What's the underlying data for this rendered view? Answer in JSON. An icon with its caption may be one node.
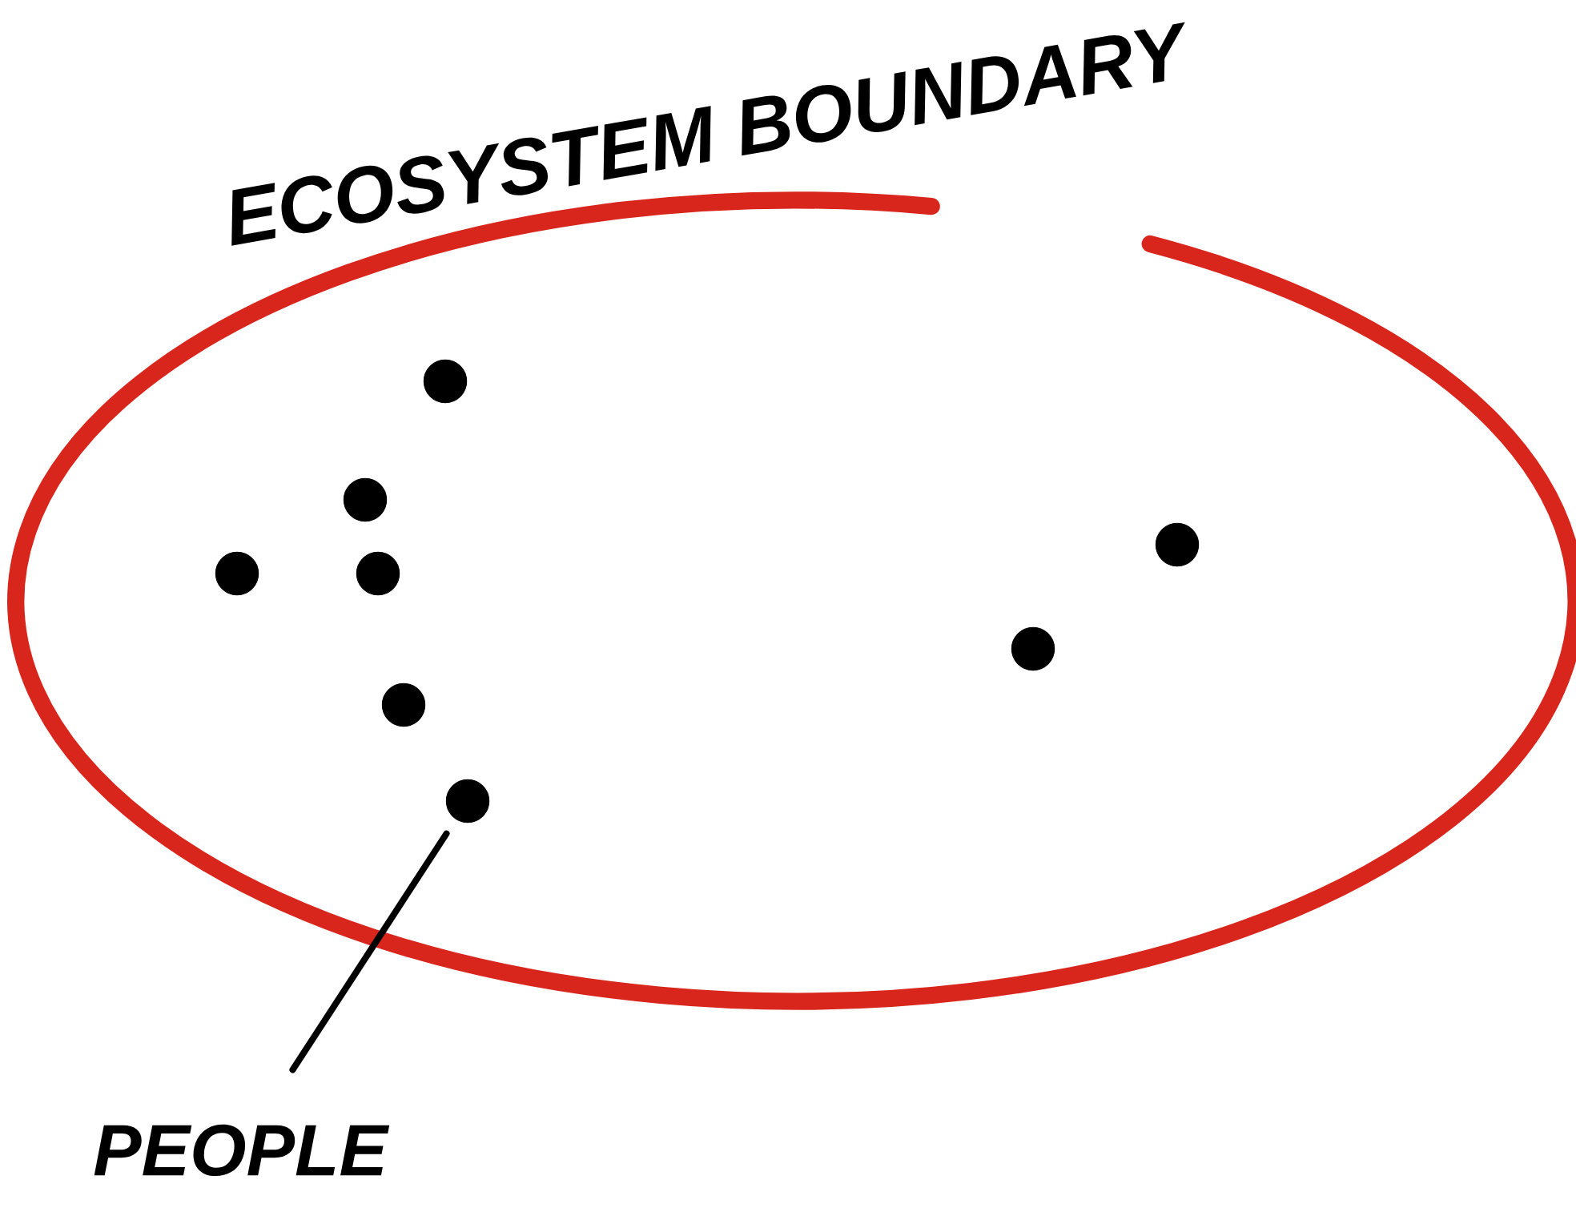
{
  "diagram": {
    "nodes": [
      {
        "text": [
          "ECOSYSTEM BOUNDARY"
        ]
      },
      {
        "text": [],
        "shape": "circle",
        "in": 0
      },
      {
        "text": [],
        "shape": "circle",
        "in": 0
      },
      {
        "text": [],
        "shape": "circle",
        "in": 0
      },
      {
        "text": [],
        "shape": "circle",
        "in": 0
      },
      {
        "text": [],
        "shape": "circle",
        "in": 0
      },
      {
        "text": [],
        "shape": "circle",
        "in": 0
      },
      {
        "text": [],
        "shape": "circle",
        "in": 0
      },
      {
        "text": [],
        "shape": "circle",
        "in": 0
      },
      {
        "text": [
          "PEOPLE"
        ]
      }
    ],
    "edges": [
      {
        "from": 9,
        "to": 6,
        "arrow": "none"
      }
    ]
  }
}
